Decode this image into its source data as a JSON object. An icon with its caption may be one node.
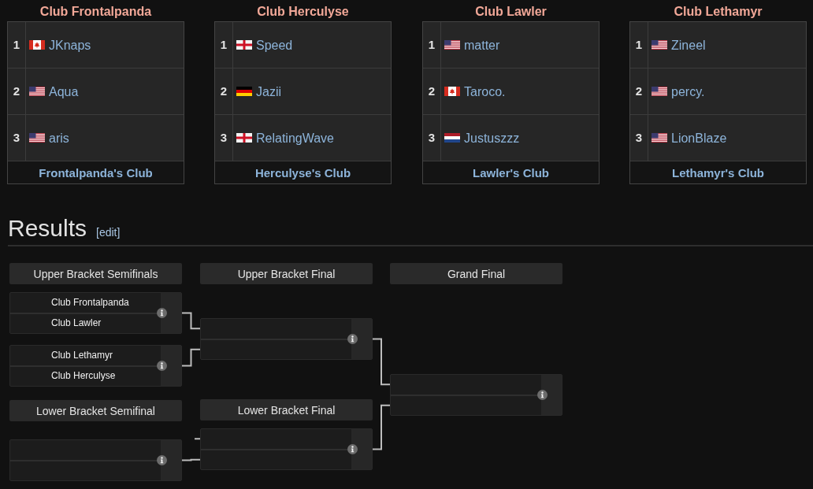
{
  "diagram": {
    "nodes": [
      {
        "text": [
          "Club Frontalpanda",
          "Frontalpanda's Club"
        ]
      },
      {
        "text": [
          "1",
          "JKnaps"
        ],
        "in": 0
      },
      {
        "text": [
          "2",
          "Aqua"
        ],
        "in": 0
      },
      {
        "text": [
          "3",
          "aris"
        ],
        "in": 0
      },
      {
        "text": [
          "Club Herculyse",
          "Herculyse's Club"
        ]
      },
      {
        "text": [
          "1",
          "Speed"
        ],
        "in": 4
      },
      {
        "text": [
          "2",
          "Jazii"
        ],
        "in": 4
      },
      {
        "text": [
          "3",
          "RelatingWave"
        ],
        "in": 4
      },
      {
        "text": [
          "Club Lawler",
          "Lawler's Club"
        ]
      },
      {
        "text": [
          "1",
          "matter"
        ],
        "in": 8
      },
      {
        "text": [
          "2",
          "Taroco."
        ],
        "in": 8
      },
      {
        "text": [
          "3",
          "Justuszzz"
        ],
        "in": 8
      },
      {
        "text": [
          "Club Lethamyr",
          "Lethamyr's Club"
        ]
      },
      {
        "text": [
          "1",
          "Zineel"
        ],
        "in": 12
      },
      {
        "text": [
          "2",
          "percy."
        ],
        "in": 12
      },
      {
        "text": [
          "3",
          "LionBlaze"
        ],
        "in": 12
      },
      {
        "text": [
          "Upper Bracket Semifinals"
        ]
      },
      {
        "text": [
          "Upper Bracket Final"
        ]
      },
      {
        "text": [
          "Grand Final"
        ]
      },
      {
        "text": [
          "Club Frontalpanda",
          "Club Lawler"
        ]
      },
      {
        "text": [
          "Club Lethamyr",
          "Club Herculyse"
        ]
      },
      {
        "text": [],
        "shape": "box"
      },
      {
        "text": [],
        "shape": "box"
      },
      {
        "text": [
          "Lower Bracket Semifinal"
        ]
      },
      {
        "text": [
          "Lower Bracket Final"
        ]
      },
      {
        "text": [],
        "shape": "box"
      },
      {
        "text": [],
        "shape": "box"
      }
    ],
    "edges": [
      {
        "from": 19,
        "to": 21,
        "arrow": "none"
      },
      {
        "from": 20,
        "to": 21,
        "arrow": "none"
      },
      {
        "from": 21,
        "to": 22,
        "arrow": "none"
      },
      {
        "from": null,
        "to": 26,
        "arrow": "none"
      },
      {
        "from": 25,
        "to": 26,
        "arrow": "none"
      },
      {
        "from": 26,
        "to": 22,
        "arrow": "none"
      }
    ],
    "labels": [
      "Results",
      "[edit]"
    ]
  }
}
